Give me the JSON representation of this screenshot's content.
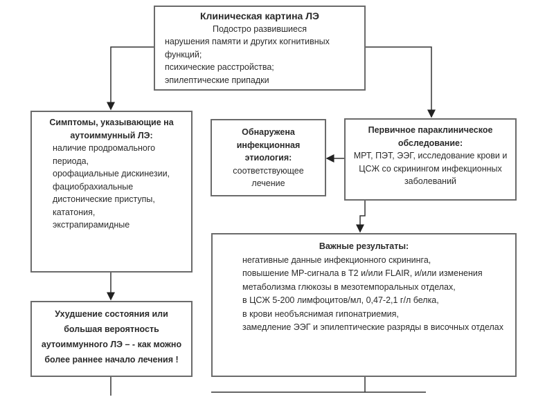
{
  "clinical_picture": {
    "title": "Клиническая картина ЛЭ",
    "subtitle": "Подостро развившиеся",
    "items": [
      "нарушения памяти  и других когнитивных функций;",
      "психические расстройства;",
      "эпилептические припадки"
    ]
  },
  "autoimmune_symptoms": {
    "title": "Симптомы, указывающие на аутоиммунный ЛЭ:",
    "items": [
      "наличие продромального периода,",
      "орофациальные дискинезии,",
      "фациобрахиальные дистонические приступы,",
      "кататония,",
      "экстрапирамидные"
    ]
  },
  "infection_found": {
    "title": "Обнаружена инфекционная этиология:",
    "text": "соответствующее лечение"
  },
  "primary_exam": {
    "title": "Первичное параклиническое обследование:",
    "text": "МРТ, ПЭТ, ЭЭГ, исследование крови и ЦСЖ со скринингом инфекционных заболеваний"
  },
  "important_results": {
    "title": "Важные результаты:",
    "items": [
      "негативные данные инфекционного скрининга,",
      "повышение МР-сигнала в Т2 и/или FLAIR, и/или изменения метаболизма глюкозы в мезотемпоральных отделах,",
      "в ЦСЖ 5-200 лимфоцитов/мл, 0,47-2,1 г/л белка,",
      "в крови необъяснимая гипонатриемия,",
      "замедление ЭЭГ и эпилептические разряды в височных отделах"
    ]
  },
  "deterioration": {
    "text": "Ухудшение состояния или большая вероятность аутоиммунного ЛЭ – - как можно более раннее начало лечения !"
  }
}
